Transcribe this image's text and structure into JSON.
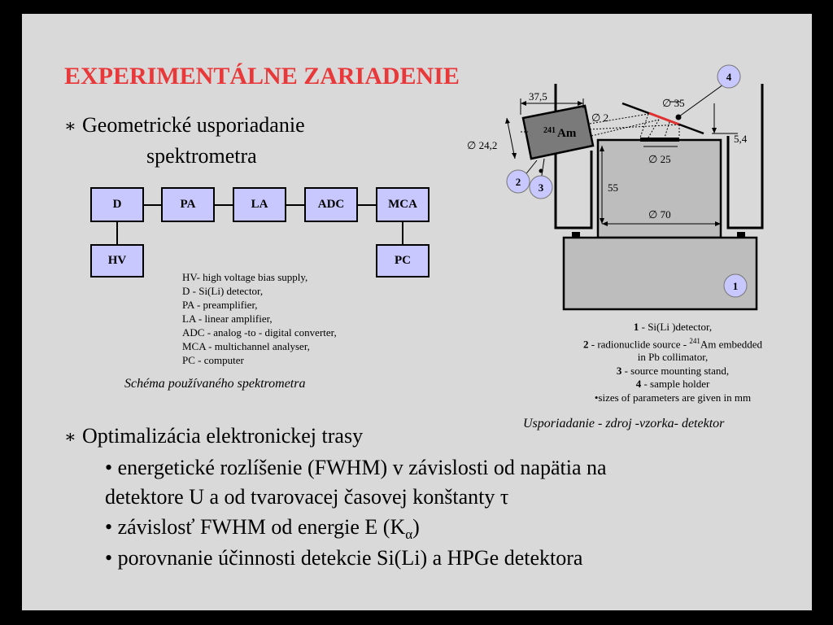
{
  "title": "EXPERIMENTÁLNE ZARIADENIE",
  "bullet1": {
    "star": "∗",
    "line1": "Geometrické usporiadanie",
    "line2": "spektrometra"
  },
  "blocks": {
    "d": "D",
    "pa": "PA",
    "la": "LA",
    "adc": "ADC",
    "mca": "MCA",
    "hv": "HV",
    "pc": "PC"
  },
  "block_legend": [
    "HV- high voltage bias supply,",
    "D - Si(Li) detector,",
    "PA - preamplifier,",
    "LA - linear amplifier,",
    "ADC - analog -to - digital converter,",
    "MCA - multichannel analyser,",
    "PC - computer"
  ],
  "block_caption": "Schéma používaného spektrometra",
  "geometry": {
    "dims": {
      "d37_5": "37,5",
      "d35": "∅ 35",
      "d2": "∅ 2",
      "d24_2": "∅ 24,2",
      "d5_4": "5,4",
      "d25": "∅ 25",
      "d55": "55",
      "d70": "∅ 70"
    },
    "source_label": {
      "mass": "241",
      "element": "Am"
    },
    "markers": {
      "m1": "1",
      "m2": "2",
      "m3": "3",
      "m4": "4"
    },
    "legend": {
      "l1_num": "1",
      "l1_text": " -  Si(Li )detector,",
      "l2_num": "2",
      "l2_text": " - radionuclide source - ",
      "l2_sup": "241",
      "l2_text2": "Am embedded",
      "l2_text3": "in Pb collimator,",
      "l3_num": "3",
      "l3_text": " - source mounting stand,",
      "l4_num": "4",
      "l4_text": " - sample holder",
      "l5_text": "•sizes of parameters are given in mm"
    },
    "caption": "Usporiadanie - zdroj -vzorka- detektor"
  },
  "bullet2": {
    "star": "∗",
    "text": "Optimalizácia elektronickej trasy",
    "items": {
      "i1a": "• energetické rozlíšenie (FWHM) v závislosti od napätia na",
      "i1b": "detektore U a od tvarovacej časovej konštanty τ",
      "i2_pre": "• závislosť FWHM od energie E (K",
      "i2_sub": "α",
      "i2_post": ")",
      "i3": "• porovnanie  účinnosti detekcie Si(Li) a HPGe detektora"
    }
  },
  "colors": {
    "title": "#e8383a",
    "marker": "#c8c8ff",
    "box": "#c8c8ff",
    "background": "#d9d9d9"
  }
}
